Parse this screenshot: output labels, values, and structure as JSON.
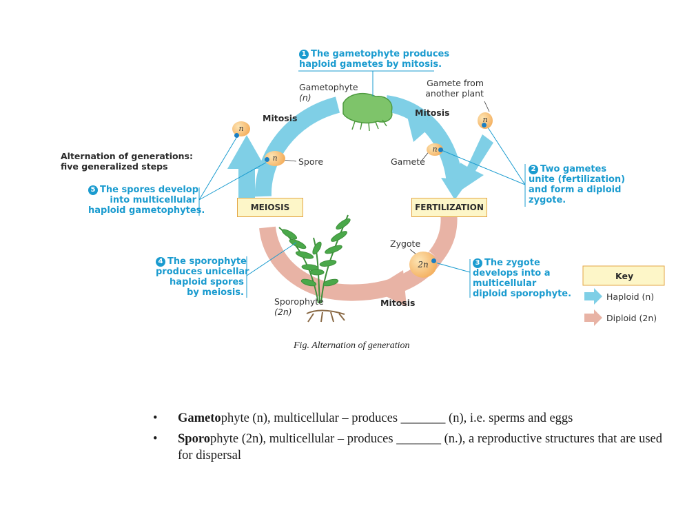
{
  "diagram": {
    "step1": {
      "num": "1",
      "text_l1": "The gametophyte produces",
      "text_l2": "haploid gametes by mitosis."
    },
    "step2": {
      "num": "2",
      "l1": "Two gametes",
      "l2": "unite (fertilization)",
      "l3": "and form a diploid",
      "l4": "zygote."
    },
    "step3": {
      "num": "3",
      "l1": "The zygote",
      "l2": "develops into a",
      "l3": "multicellular",
      "l4": "diploid sporophyte."
    },
    "step4": {
      "num": "4",
      "l1": "The sporophyte",
      "l2": "produces unicellar",
      "l3": "haploid spores",
      "l4": "by meiosis."
    },
    "step5": {
      "num": "5",
      "l1": "The spores develop",
      "l2": "into multicellular",
      "l3": "haploid gametophytes."
    },
    "heading_l1": "Alternation of generations:",
    "heading_l2": "five generalized steps",
    "gametophyte_l1": "Gametophyte",
    "gametophyte_l2": "(n)",
    "gamete_other_l1": "Gamete from",
    "gamete_other_l2": "another plant",
    "mitosis_left": "Mitosis",
    "mitosis_right": "Mitosis",
    "mitosis_bottom": "Mitosis",
    "spore": "Spore",
    "gamete": "Gamete",
    "zygote": "Zygote",
    "sporophyte_l1": "Sporophyte",
    "sporophyte_l2": "(2n)",
    "meiosis_box": "MEIOSIS",
    "fertilization_box": "FERTILIZATION",
    "n": "n",
    "two_n": "2n",
    "key": {
      "title": "Key",
      "haploid": "Haploid (n)",
      "diploid": "Diploid (2n)"
    },
    "colors": {
      "haploid": "#7fcfe6",
      "diploid": "#e8b3a5",
      "label_blue": "#1a9bcf",
      "box_fill": "#fdf6c8",
      "box_border": "#e3a646"
    }
  },
  "caption": "Fig. Alternation of generation",
  "bullets": [
    {
      "bold": "Gameto",
      "rest": "phyte (n), multicellular – produces _______ (n), i.e. sperms and eggs"
    },
    {
      "bold": "Sporo",
      "rest": "phyte  (2n), multicellular – produces _______ (n.), a reproductive structures that are used for dispersal"
    }
  ]
}
